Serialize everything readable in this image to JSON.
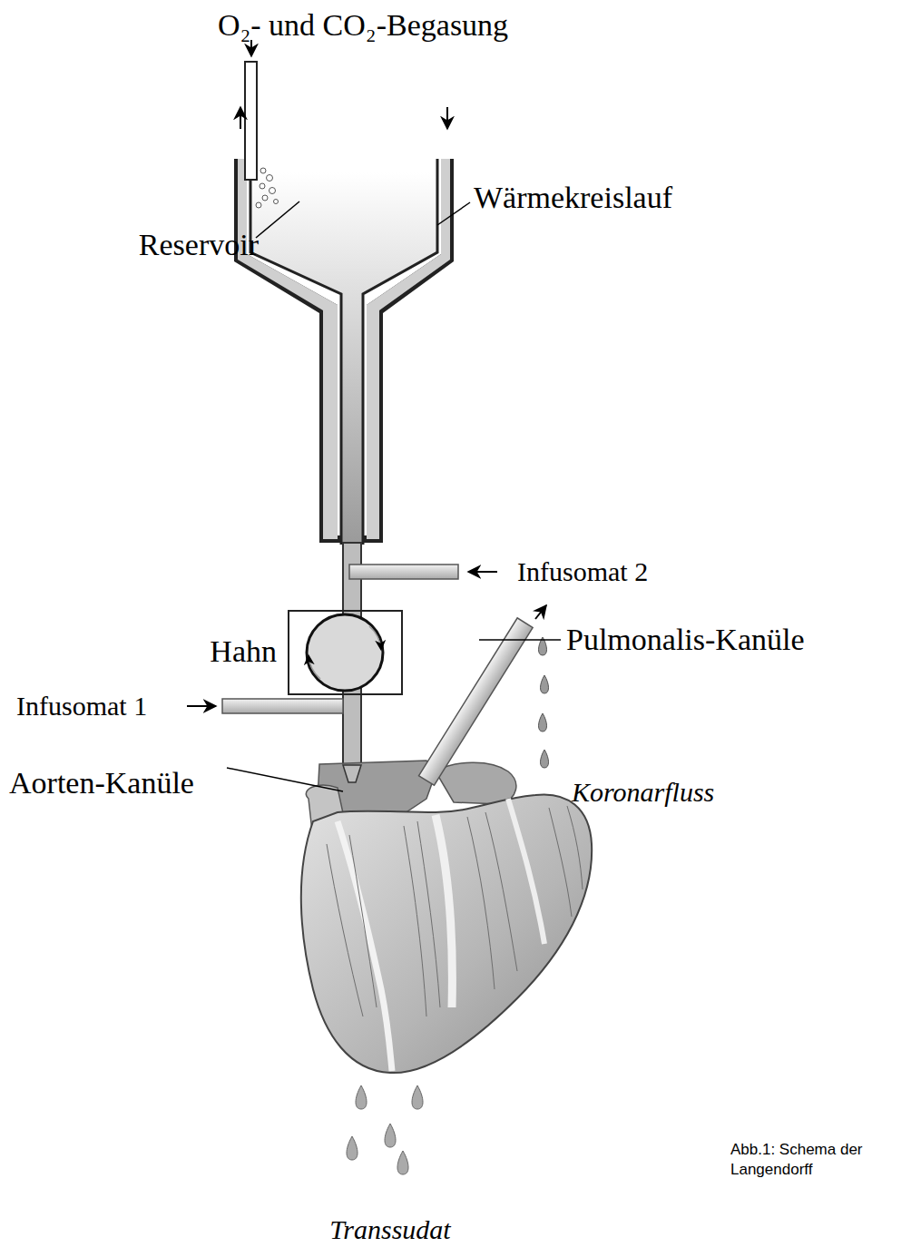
{
  "diagram": {
    "title": "O₂- und CO₂-Begasung",
    "caption": "Abb.1: Schema der Langendorff",
    "labels": [
      "Wärmekreislauf",
      "Reservoir",
      "Infusomat 2",
      "Hahn",
      "Infusomat 1",
      "Pulmonalis-Kanüle",
      "Aorten-Kanüle",
      "Koronarfluss",
      "Transsudat"
    ]
  }
}
